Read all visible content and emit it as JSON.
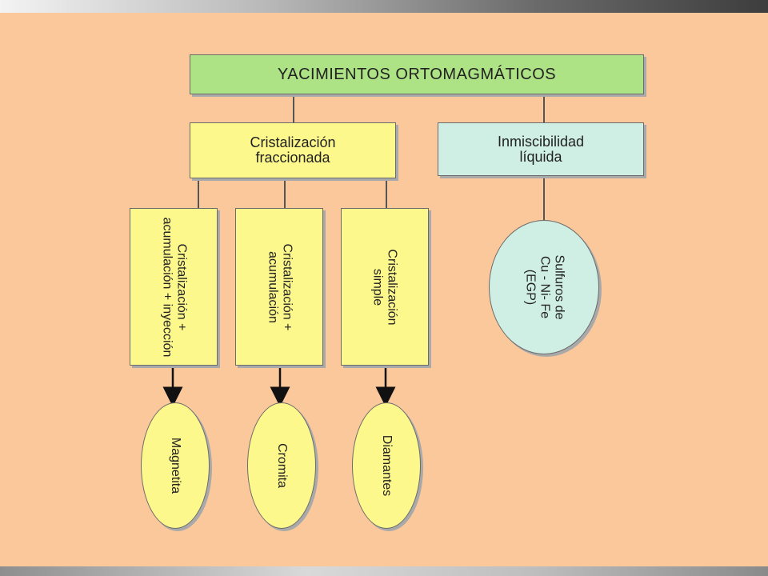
{
  "diagram": {
    "root": "YACIMIENTOS ORTOMAGMÁTICOS",
    "branch_left": [
      "Cristalización",
      "fraccionada"
    ],
    "branch_right": [
      "Inmiscibilidad",
      "líquida"
    ],
    "processes": [
      {
        "lines": [
          "Cristalización +",
          "acumulación + inyección"
        ],
        "product": "Magnetita"
      },
      {
        "lines": [
          "Cristalización +",
          "acumulación"
        ],
        "product": "Cromita"
      },
      {
        "lines": [
          "Cristalización",
          "simple"
        ],
        "product": "Diamantes"
      }
    ],
    "right_product": [
      "Sulfuros de",
      "Cu - Ni- Fe",
      "(EGP)"
    ]
  },
  "colors": {
    "background": "#fbc89b",
    "root_box": "#aee385",
    "process_box": "#fdf88c",
    "immiscibility_box": "#cfeee4"
  }
}
